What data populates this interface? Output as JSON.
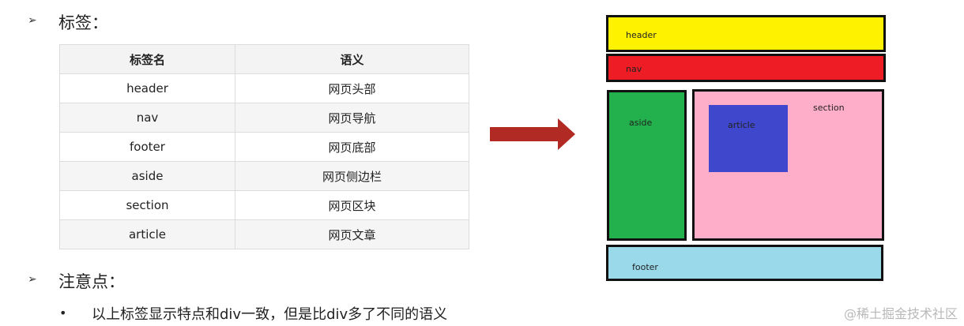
{
  "tags_heading": "标签：",
  "table": {
    "headers": [
      "标签名",
      "语义"
    ],
    "rows": [
      [
        "header",
        "网页头部"
      ],
      [
        "nav",
        "网页导航"
      ],
      [
        "footer",
        "网页底部"
      ],
      [
        "aside",
        "网页侧边栏"
      ],
      [
        "section",
        "网页区块"
      ],
      [
        "article",
        "网页文章"
      ]
    ]
  },
  "notes_heading": "注意点：",
  "notes": [
    "以上标签显示特点和div一致，但是比div多了不同的语义"
  ],
  "layout_diagram": {
    "header": "header",
    "nav": "nav",
    "aside": "aside",
    "section": "section",
    "article": "article",
    "footer": "footer"
  },
  "colors": {
    "header": "#fff200",
    "nav": "#ee1c25",
    "aside": "#22b14c",
    "section": "#ffaec9",
    "article": "#3f48cc",
    "footer": "#99d9ea",
    "arrow": "#b12a24"
  },
  "watermark": "@稀土掘金技术社区"
}
